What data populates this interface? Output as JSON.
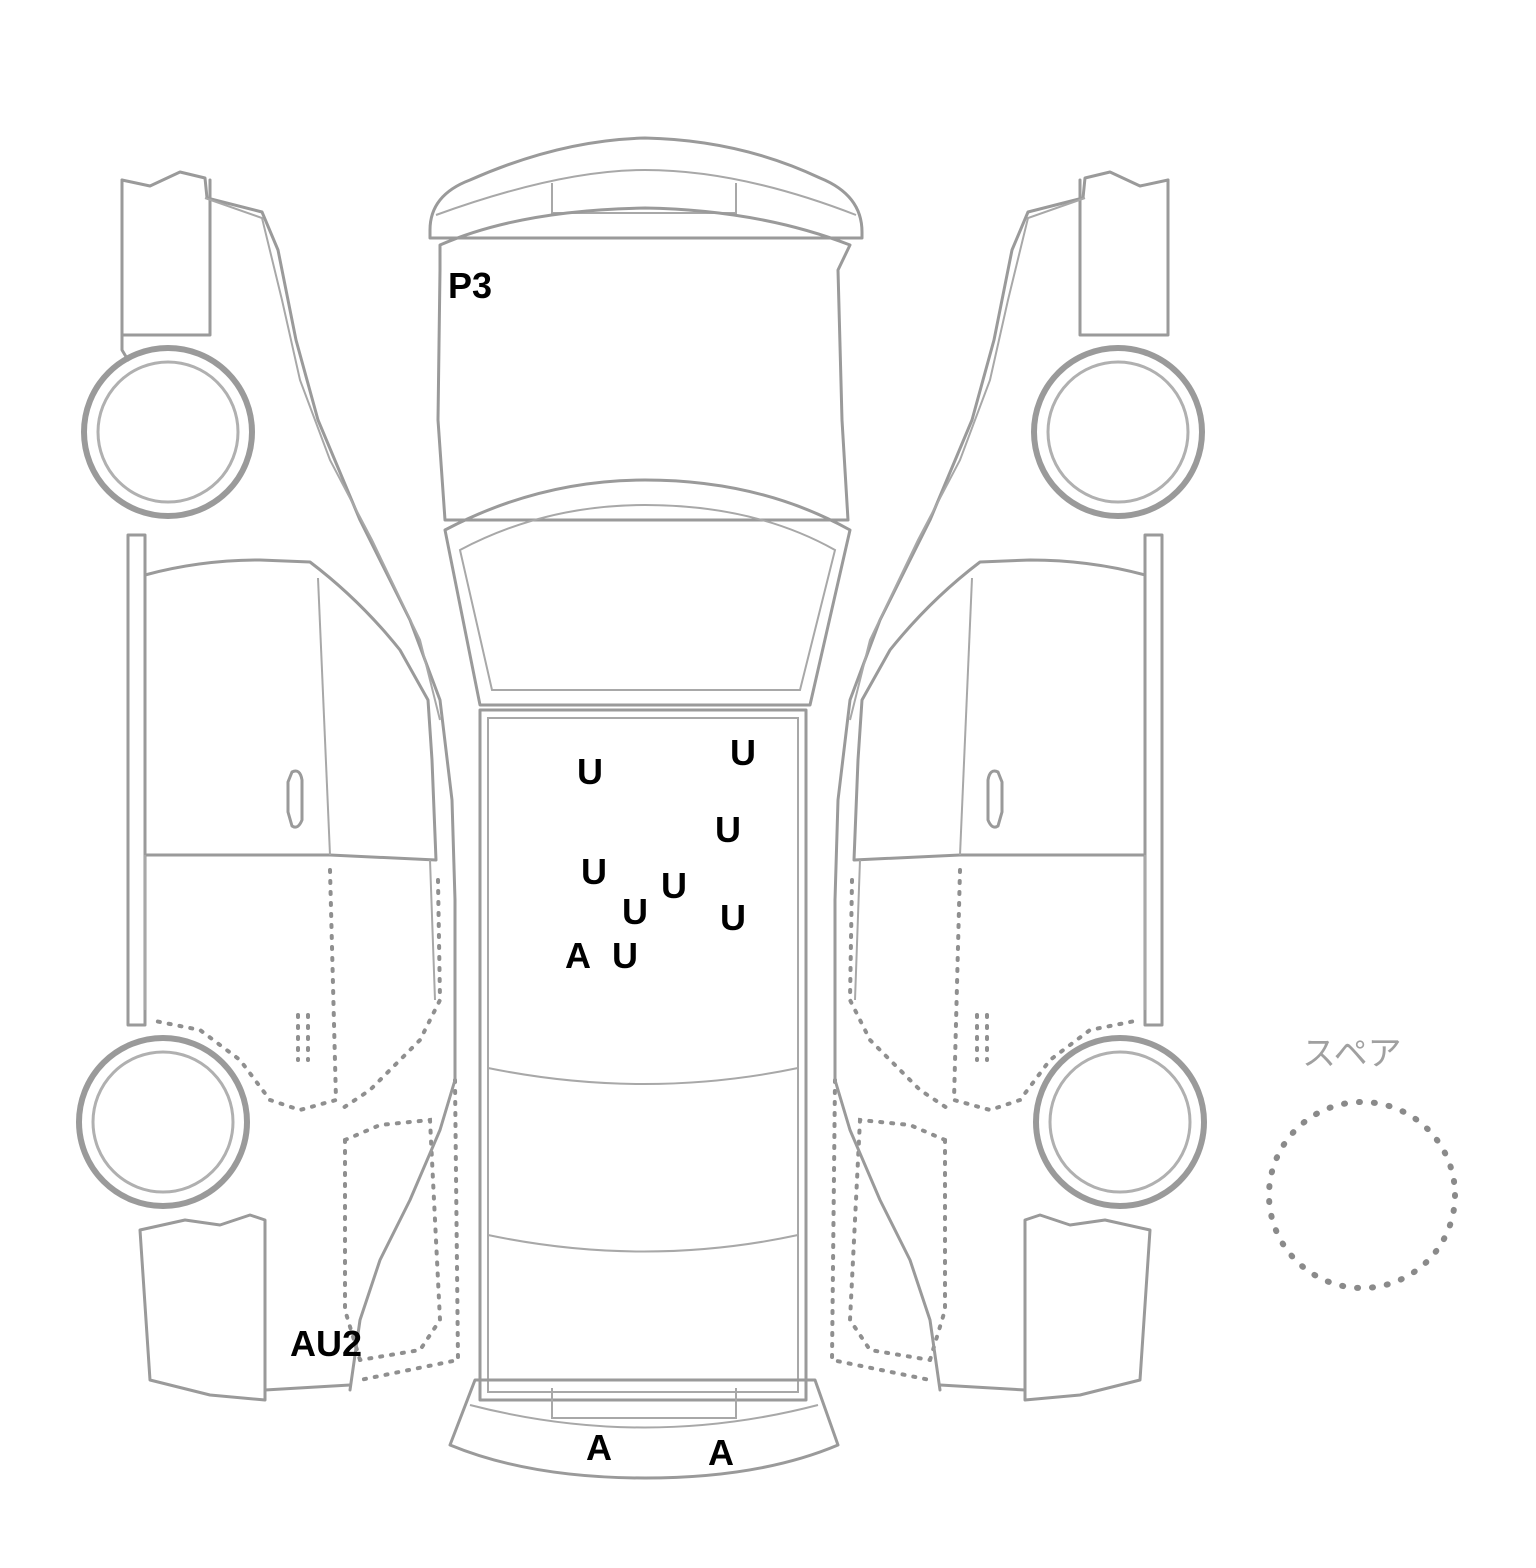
{
  "spare": {
    "label": "スペア"
  },
  "damage_marks": [
    {
      "id": "roof-front-p3",
      "code": "P3"
    },
    {
      "id": "roof-u-1",
      "code": "U"
    },
    {
      "id": "roof-u-2",
      "code": "U"
    },
    {
      "id": "roof-u-3",
      "code": "U"
    },
    {
      "id": "roof-u-4",
      "code": "U"
    },
    {
      "id": "roof-u-5",
      "code": "U"
    },
    {
      "id": "roof-u-6",
      "code": "U"
    },
    {
      "id": "roof-u-7",
      "code": "U"
    },
    {
      "id": "roof-u-8",
      "code": "U"
    },
    {
      "id": "roof-a-1",
      "code": "A"
    },
    {
      "id": "left-rear-au2",
      "code": "AU2"
    },
    {
      "id": "rear-bumper-a-1",
      "code": "A"
    },
    {
      "id": "rear-bumper-a-2",
      "code": "A"
    }
  ],
  "colors": {
    "outline": "#9a9a9a",
    "mark_text": "#000000",
    "background": "#ffffff"
  }
}
